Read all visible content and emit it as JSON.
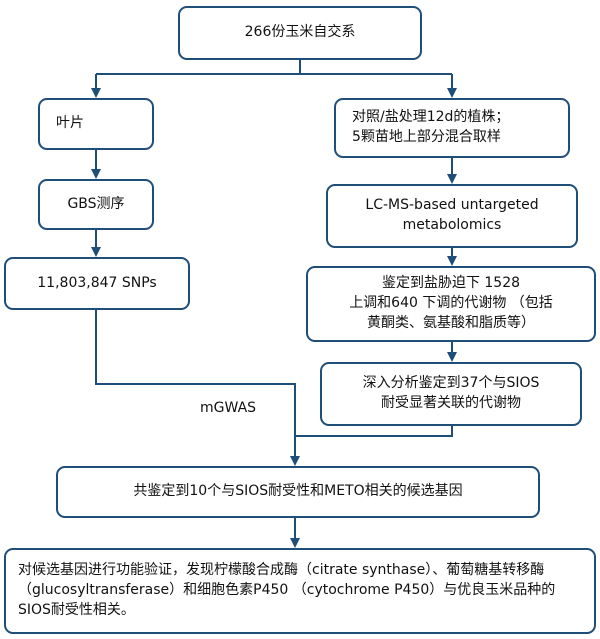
{
  "nodes": {
    "root": "266份玉米自交系",
    "leaf": "叶片",
    "gbs": "GBS测序",
    "snps": "11,803,847 SNPs",
    "sampling": "对照/盐处理12d的植株；\n5颗苗地上部分混合取样",
    "lcms": "LC-MS-based untargeted\nmetabolomics",
    "identified": "鉴定到盐胁迫下 1528\n上调和640 下调的代谢物 （包括\n黄酮类、氨基酸和脂质等）",
    "deep": "深入分析鉴定到37个与SIOS\n耐受显著关联的代谢物",
    "candidates": "共鉴定到10个与SIOS耐受性和METO相关的候选基因",
    "validation": "对候选基因进行功能验证，发现柠檬酸合成酶（citrate synthase）、葡萄糖基转移酶（glucosyltransferase）和细胞色素P450 （cytochrome P450）与优良玉米品种的SIOS耐受性相关。"
  },
  "edge_labels": {
    "mgwas": "mGWAS"
  },
  "colors": {
    "border": "#1f4e79",
    "arrow": "#1f4e79",
    "text": "#111111"
  }
}
